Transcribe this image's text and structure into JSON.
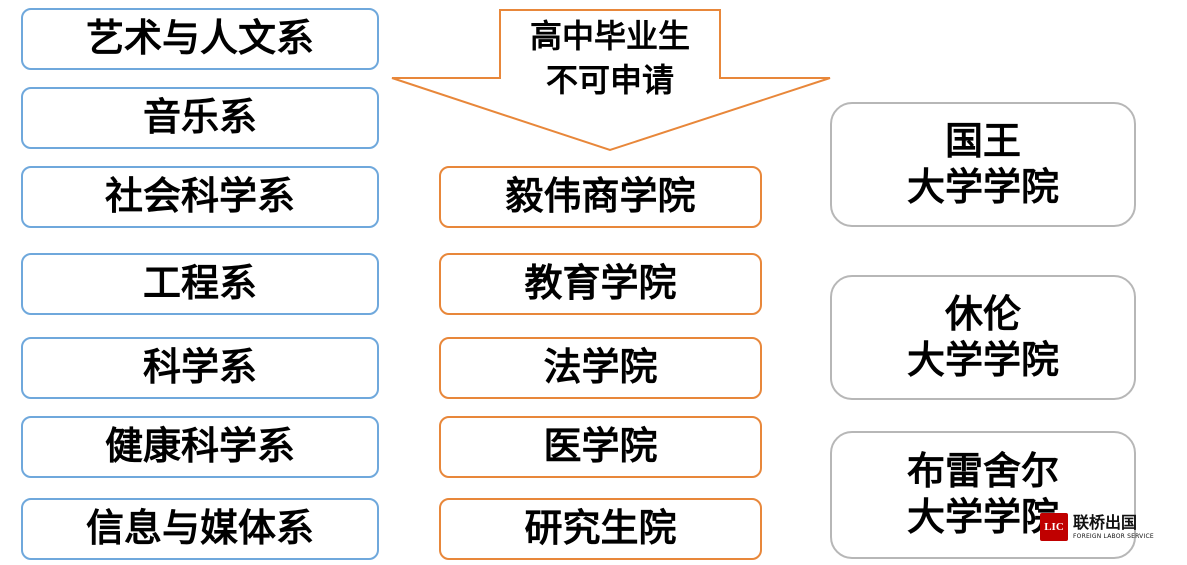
{
  "arrow": {
    "line1": "高中毕业生",
    "line2": "不可申请"
  },
  "departments": [
    "艺术与人文系",
    "音乐系",
    "社会科学系",
    "工程系",
    "科学系",
    "健康科学系",
    "信息与媒体系"
  ],
  "schools": [
    "毅伟商学院",
    "教育学院",
    "法学院",
    "医学院",
    "研究生院"
  ],
  "colleges": [
    {
      "line1": "国王",
      "line2": "大学学院"
    },
    {
      "line1": "休伦",
      "line2": "大学学院"
    },
    {
      "line1": "布雷舍尔",
      "line2": "大学学院"
    }
  ],
  "logo": {
    "mark": "LIC",
    "name": "联桥出国",
    "tagline": "FOREIGN LABOR SERVICE"
  },
  "colors": {
    "department_border": "#6fa8dc",
    "school_border": "#e8873a",
    "college_border": "#b7b7b7",
    "logo_red": "#c00000"
  }
}
